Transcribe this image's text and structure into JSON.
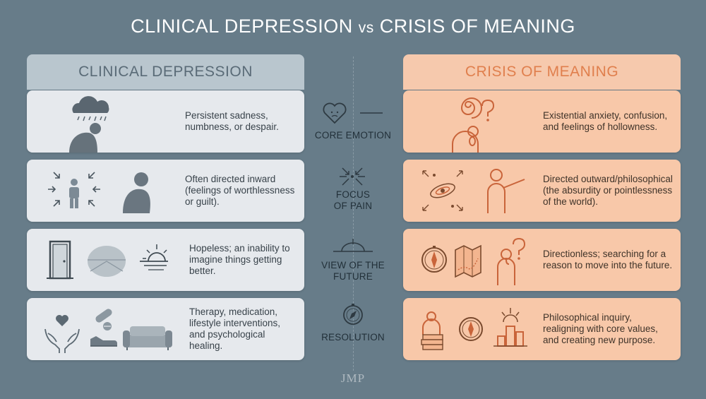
{
  "title": {
    "left": "CLINICAL DEPRESSION",
    "vs": "vs",
    "right": "CRISIS OF MEANING"
  },
  "columns": {
    "left": {
      "heading": "CLINICAL DEPRESSION"
    },
    "right": {
      "heading": "CRISIS OF MEANING"
    }
  },
  "categories": [
    "CORE EMOTION",
    "FOCUS OF PAIN",
    "VIEW OF THE FUTURE",
    "RESOLUTION"
  ],
  "rows": [
    {
      "depression": "Persistent sadness, numbness, or despair.",
      "meaning": "Existential anxiety, confusion, and feelings of hollowness."
    },
    {
      "depression": "Often directed inward (feelings of worthlessness or guilt).",
      "meaning": "Directed outward/philosophical (the absurdity or pointlessness of the world)."
    },
    {
      "depression": "Hopeless; an inability to imagine things getting better.",
      "meaning": "Directionless; searching for a reason to move into the future."
    },
    {
      "depression": "Therapy, medication, lifestyle interventions, and psychological healing.",
      "meaning": "Philosophical inquiry, realigning with core values, and creating new purpose."
    }
  ],
  "watermark": "JMP",
  "icons": {
    "row1_left": "rain-cloud-slumped-person-icon",
    "row1_right": "spiral-question-person-icon",
    "row1_mid": "sad-heart-icon",
    "row2_left": "inward-arrows-person-icon",
    "row2_right": "galaxy-pointing-person-icon",
    "row2_mid": "inward-arrows-icon",
    "row3_left": "door-horizon-sunset-icon",
    "row3_right": "compass-map-thinking-person-icon",
    "row3_mid": "horizon-icon",
    "row4_left": "hands-heart-pills-sneaker-couch-icon",
    "row4_right": "books-compass-rising-bars-icon",
    "row4_mid": "compass-icon"
  },
  "colors": {
    "background": "#677c89",
    "depression_card": "#e6e9ed",
    "meaning_card": "#f8c8a9",
    "meaning_accent": "#e07f4d",
    "depression_accent": "#5a6b77"
  }
}
